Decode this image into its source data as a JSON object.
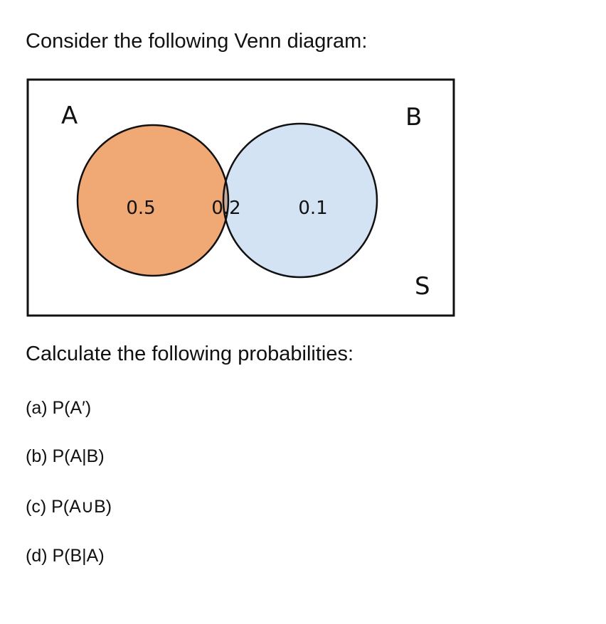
{
  "intro": "Consider the following Venn diagram:",
  "venn": {
    "universe_label": "S",
    "set_a_label": "A",
    "set_b_label": "B",
    "only_a": "0.5",
    "both": "0.2",
    "only_b": "0.1",
    "colors": {
      "set_a_fill": "#f0a875",
      "set_b_fill": "#d3e3f4",
      "overlap_fill": "#c9ab9c",
      "stroke": "#111111"
    }
  },
  "instruction": "Calculate the following probabilities:",
  "questions": [
    "(a) P(A′)",
    "(b) P(A|B)",
    "(c)  P(A∪B)",
    "(d) P(B|A)"
  ]
}
